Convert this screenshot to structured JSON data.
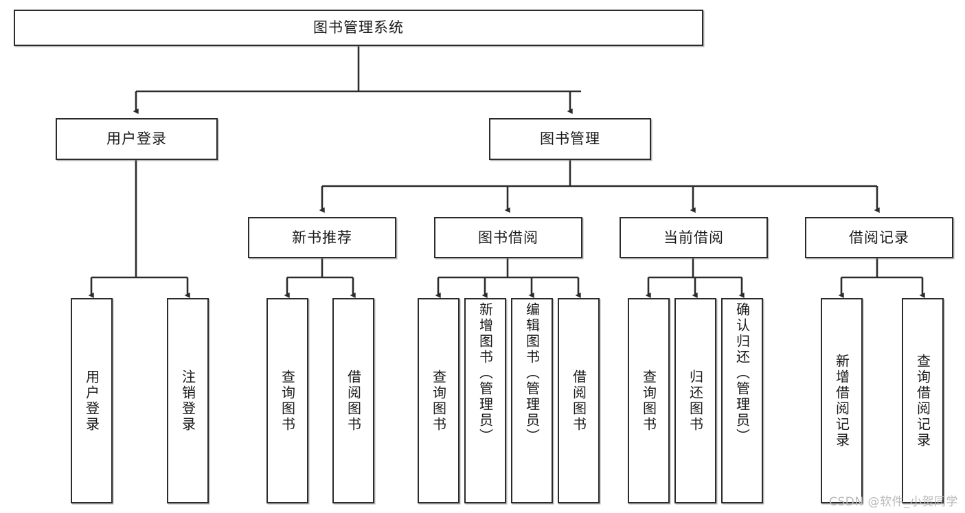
{
  "diagram": {
    "title": "图书管理系统",
    "type": "tree-hierarchy",
    "watermark": "CSDN @软件_小贺同学",
    "colors": {
      "box_border": "#2b2b2b",
      "box_fill": "#ffffff",
      "connector": "#2b2b2b",
      "text": "#1a1a1a",
      "watermark": "#b9b9b9"
    },
    "levels": [
      {
        "level": 1,
        "nodes": [
          {
            "id": "root",
            "label": "图书管理系统",
            "orientation": "horizontal"
          }
        ]
      },
      {
        "level": 2,
        "nodes": [
          {
            "id": "user-login",
            "label": "用户登录",
            "orientation": "horizontal",
            "parent": "root"
          },
          {
            "id": "book-manage",
            "label": "图书管理",
            "orientation": "horizontal",
            "parent": "root"
          }
        ]
      },
      {
        "level": 3,
        "nodes": [
          {
            "id": "new-book-recommend",
            "label": "新书推荐",
            "orientation": "horizontal",
            "parent": "book-manage"
          },
          {
            "id": "book-borrow",
            "label": "图书借阅",
            "orientation": "horizontal",
            "parent": "book-manage"
          },
          {
            "id": "current-borrow",
            "label": "当前借阅",
            "orientation": "horizontal",
            "parent": "book-manage"
          },
          {
            "id": "borrow-record",
            "label": "借阅记录",
            "orientation": "horizontal",
            "parent": "book-manage"
          }
        ]
      },
      {
        "level": 4,
        "nodes": [
          {
            "id": "leaf-user-login",
            "label": "用户登录",
            "orientation": "vertical",
            "parent": "user-login"
          },
          {
            "id": "leaf-user-logout",
            "label": "注销登录",
            "orientation": "vertical",
            "parent": "user-login"
          },
          {
            "id": "leaf-query-book-1",
            "label": "查询图书",
            "orientation": "vertical",
            "parent": "new-book-recommend"
          },
          {
            "id": "leaf-borrow-book-1",
            "label": "借阅图书",
            "orientation": "vertical",
            "parent": "new-book-recommend"
          },
          {
            "id": "leaf-query-book-2",
            "label": "查询图书",
            "orientation": "vertical",
            "parent": "book-borrow"
          },
          {
            "id": "leaf-add-book",
            "label": "新增图书（管理员）",
            "orientation": "vertical",
            "parent": "book-borrow"
          },
          {
            "id": "leaf-edit-book",
            "label": "编辑图书（管理员）",
            "orientation": "vertical",
            "parent": "book-borrow"
          },
          {
            "id": "leaf-borrow-book-2",
            "label": "借阅图书",
            "orientation": "vertical",
            "parent": "book-borrow"
          },
          {
            "id": "leaf-query-book-3",
            "label": "查询图书",
            "orientation": "vertical",
            "parent": "current-borrow"
          },
          {
            "id": "leaf-return-book",
            "label": "归还图书",
            "orientation": "vertical",
            "parent": "current-borrow"
          },
          {
            "id": "leaf-confirm-return",
            "label": "确认归还（管理员）",
            "orientation": "vertical",
            "parent": "current-borrow"
          },
          {
            "id": "leaf-add-record",
            "label": "新增借阅记录",
            "orientation": "vertical",
            "parent": "borrow-record"
          },
          {
            "id": "leaf-query-record",
            "label": "查询借阅记录",
            "orientation": "vertical",
            "parent": "borrow-record"
          }
        ]
      }
    ]
  }
}
